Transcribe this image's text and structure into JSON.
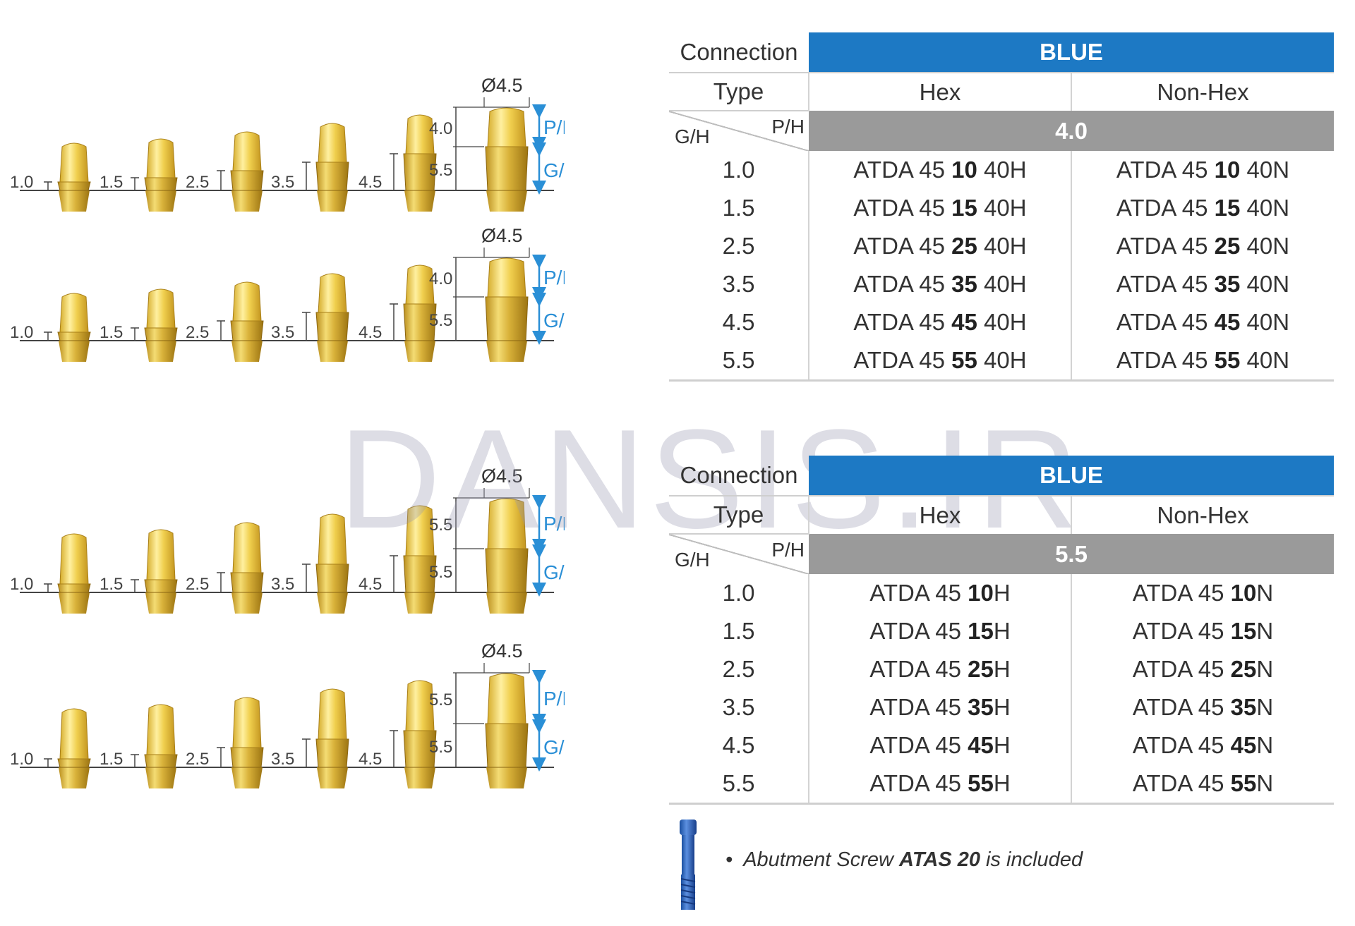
{
  "tables": [
    {
      "connection_label": "Connection",
      "connection_value": "BLUE",
      "type_label": "Type",
      "col_hex": "Hex",
      "col_nonhex": "Non-Hex",
      "gh_label": "G/H",
      "ph_label": "P/H",
      "ph_value": "4.0",
      "rows": [
        {
          "gh": "1.0",
          "hex": [
            "ATDA 45 ",
            "10",
            " 40H"
          ],
          "nonhex": [
            "ATDA 45 ",
            "10",
            " 40N"
          ]
        },
        {
          "gh": "1.5",
          "hex": [
            "ATDA 45 ",
            "15",
            " 40H"
          ],
          "nonhex": [
            "ATDA 45 ",
            "15",
            " 40N"
          ]
        },
        {
          "gh": "2.5",
          "hex": [
            "ATDA 45 ",
            "25",
            " 40H"
          ],
          "nonhex": [
            "ATDA 45 ",
            "25",
            " 40N"
          ]
        },
        {
          "gh": "3.5",
          "hex": [
            "ATDA 45 ",
            "35",
            " 40H"
          ],
          "nonhex": [
            "ATDA 45 ",
            "35",
            " 40N"
          ]
        },
        {
          "gh": "4.5",
          "hex": [
            "ATDA 45 ",
            "45",
            " 40H"
          ],
          "nonhex": [
            "ATDA 45 ",
            "45",
            " 40N"
          ]
        },
        {
          "gh": "5.5",
          "hex": [
            "ATDA 45 ",
            "55",
            " 40H"
          ],
          "nonhex": [
            "ATDA 45 ",
            "55",
            " 40N"
          ]
        }
      ]
    },
    {
      "connection_label": "Connection",
      "connection_value": "BLUE",
      "type_label": "Type",
      "col_hex": "Hex",
      "col_nonhex": "Non-Hex",
      "gh_label": "G/H",
      "ph_label": "P/H",
      "ph_value": "5.5",
      "rows": [
        {
          "gh": "1.0",
          "hex": [
            "ATDA 45 ",
            "10",
            "H"
          ],
          "nonhex": [
            "ATDA 45 ",
            "10",
            "N"
          ]
        },
        {
          "gh": "1.5",
          "hex": [
            "ATDA 45 ",
            "15",
            "H"
          ],
          "nonhex": [
            "ATDA 45 ",
            "15",
            "N"
          ]
        },
        {
          "gh": "2.5",
          "hex": [
            "ATDA 45 ",
            "25",
            "H"
          ],
          "nonhex": [
            "ATDA 45 ",
            "25",
            "N"
          ]
        },
        {
          "gh": "3.5",
          "hex": [
            "ATDA 45 ",
            "35",
            "H"
          ],
          "nonhex": [
            "ATDA 45 ",
            "35",
            "N"
          ]
        },
        {
          "gh": "4.5",
          "hex": [
            "ATDA 45 ",
            "45",
            "H"
          ],
          "nonhex": [
            "ATDA 45 ",
            "45",
            "N"
          ]
        },
        {
          "gh": "5.5",
          "hex": [
            "ATDA 45 ",
            "55",
            "H"
          ],
          "nonhex": [
            "ATDA 45 ",
            "55",
            "N"
          ]
        }
      ]
    }
  ],
  "diagrams": [
    {
      "diameter": "Ø4.5",
      "gingival_heights": [
        "1.0",
        "1.5",
        "2.5",
        "3.5",
        "4.5"
      ],
      "post_height": "4.0",
      "collar_height": "5.5",
      "ph_label": "P/H",
      "gh_label": "G/H"
    },
    {
      "diameter": "Ø4.5",
      "gingival_heights": [
        "1.0",
        "1.5",
        "2.5",
        "3.5",
        "4.5"
      ],
      "post_height": "4.0",
      "collar_height": "5.5",
      "ph_label": "P/H",
      "gh_label": "G/H"
    },
    {
      "diameter": "Ø4.5",
      "gingival_heights": [
        "1.0",
        "1.5",
        "2.5",
        "3.5",
        "4.5"
      ],
      "post_height": "5.5",
      "collar_height": "5.5",
      "ph_label": "P/H",
      "gh_label": "G/H"
    },
    {
      "diameter": "Ø4.5",
      "gingival_heights": [
        "1.0",
        "1.5",
        "2.5",
        "3.5",
        "4.5"
      ],
      "post_height": "5.5",
      "collar_height": "5.5",
      "ph_label": "P/H",
      "gh_label": "G/H"
    }
  ],
  "note": {
    "bullet": "•",
    "prefix": "Abutment Screw ",
    "bold": "ATAS 20",
    "suffix": " is included"
  },
  "watermark": "DANSIS.IR",
  "colors": {
    "accent_blue": "#1d79c4",
    "header_grey": "#9a9a9a",
    "dimension_blue": "#2a8fd6",
    "gold": "#d8b43a"
  }
}
